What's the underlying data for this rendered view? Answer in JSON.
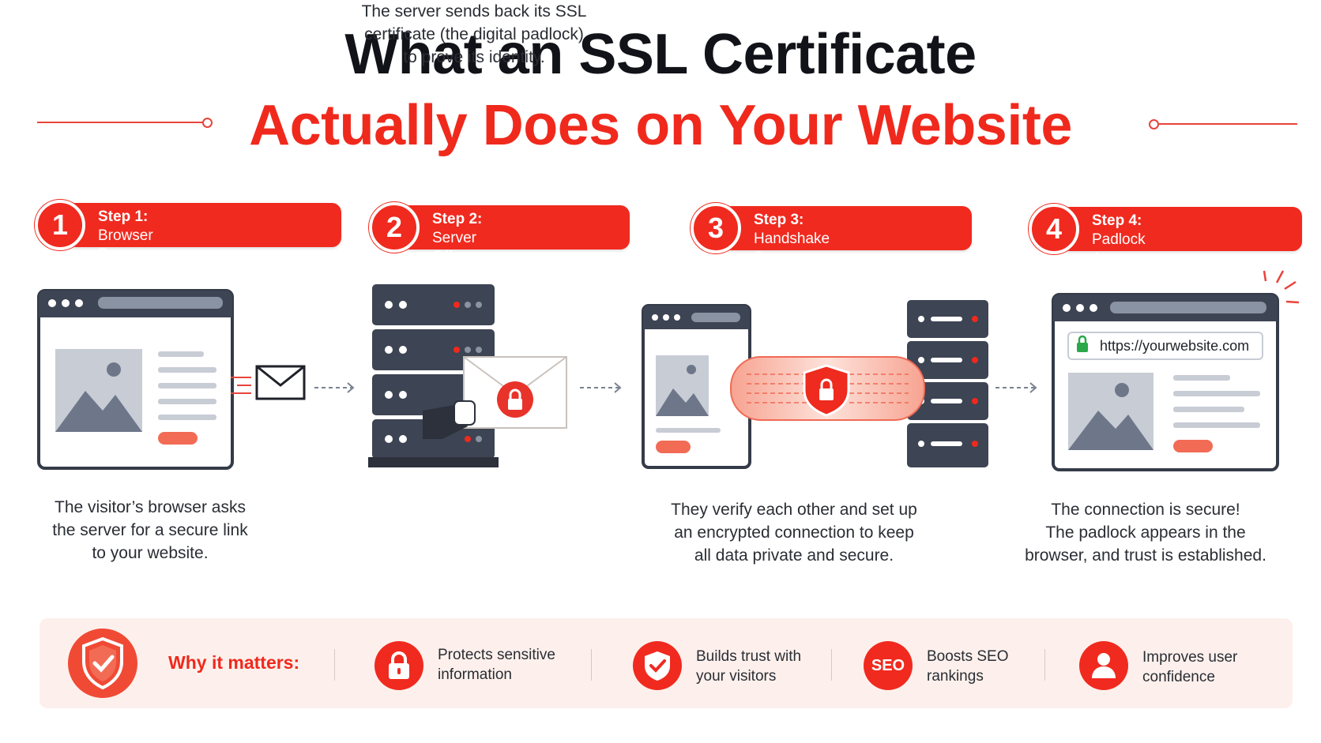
{
  "title": {
    "line1": "What an SSL Certificate",
    "line2": "Actually Does on Your Website"
  },
  "steps": [
    {
      "number": "1",
      "label": "Step 1:",
      "subtitle": "Browser Requests Connection",
      "caption": [
        "The visitor’s browser asks",
        "the server for a secure link",
        "to your website."
      ]
    },
    {
      "number": "2",
      "label": "Step 2:",
      "subtitle": "Server Offers Padlock",
      "caption": [
        "The server sends back its SSL",
        "certificate (the digital padlock)",
        "to prove its identity."
      ]
    },
    {
      "number": "3",
      "label": "Step 3:",
      "subtitle": "Handshake & Encryption",
      "caption": [
        "They verify each other and set up",
        "an encrypted connection to keep",
        "all data private and secure."
      ]
    },
    {
      "number": "4",
      "label": "Step 4:",
      "subtitle": "Padlock Appears",
      "caption": [
        "The connection is secure!",
        "The padlock appears in the",
        "browser, and trust is established."
      ]
    }
  ],
  "address_bar": {
    "url": "https://yourwebsite.com"
  },
  "why": {
    "heading": "Why it matters:",
    "benefits": [
      {
        "icon": "lock-icon",
        "line1": "Protects sensitive",
        "line2": "information"
      },
      {
        "icon": "shield-check-icon",
        "line1": "Builds trust with",
        "line2": "your visitors"
      },
      {
        "icon": "seo-badge-icon",
        "badge": "SEO",
        "line1": "Boosts SEO",
        "line2": "rankings"
      },
      {
        "icon": "user-icon",
        "line1": "Improves user",
        "line2": "confidence"
      }
    ]
  },
  "colors": {
    "accent": "#f02a1f",
    "dark": "#3b4250",
    "muted": "#8a93a3",
    "band": "#fdf0ec"
  }
}
